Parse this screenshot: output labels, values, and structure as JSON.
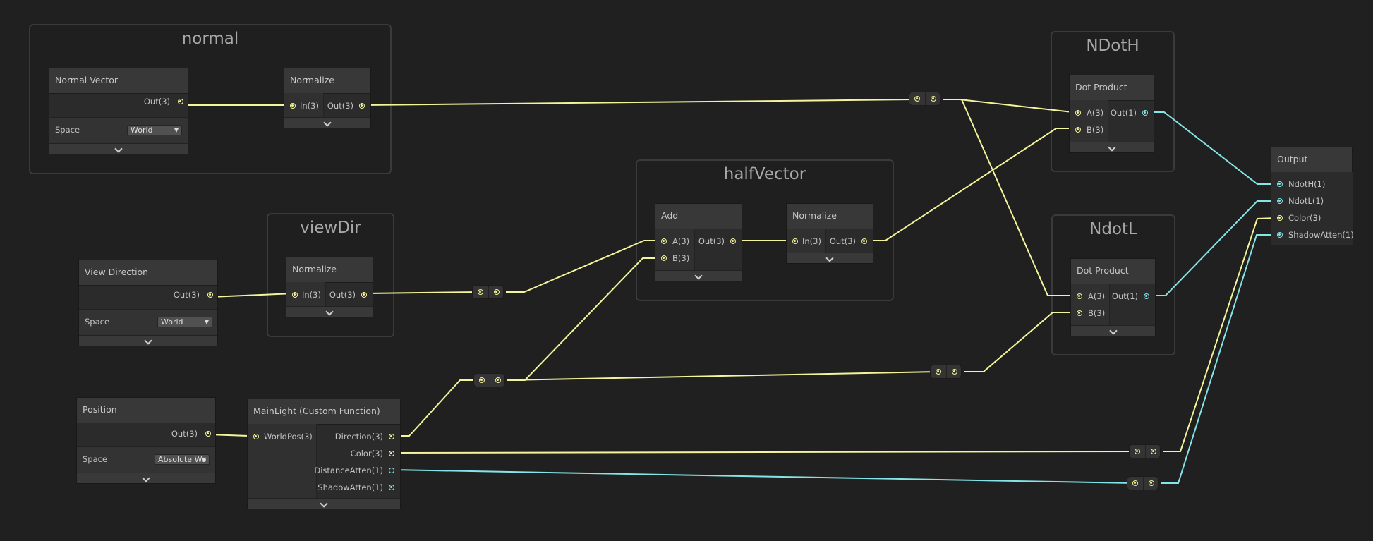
{
  "groups": {
    "normal": "normal",
    "viewDir": "viewDir",
    "halfVector": "halfVector",
    "ndoth": "NDotH",
    "ndotl": "NdotL"
  },
  "nodes": {
    "normal_vector": {
      "title": "Normal Vector",
      "out": "Out(3)",
      "space_label": "Space",
      "space_value": "World"
    },
    "normalize_normal": {
      "title": "Normalize",
      "in": "In(3)",
      "out": "Out(3)"
    },
    "view_direction": {
      "title": "View Direction",
      "out": "Out(3)",
      "space_label": "Space",
      "space_value": "World"
    },
    "normalize_view": {
      "title": "Normalize",
      "in": "In(3)",
      "out": "Out(3)"
    },
    "add": {
      "title": "Add",
      "in_a": "A(3)",
      "in_b": "B(3)",
      "out": "Out(3)"
    },
    "normalize_half": {
      "title": "Normalize",
      "in": "In(3)",
      "out": "Out(3)"
    },
    "dot_ndoth": {
      "title": "Dot Product",
      "in_a": "A(3)",
      "in_b": "B(3)",
      "out": "Out(1)"
    },
    "dot_ndotl": {
      "title": "Dot Product",
      "in_a": "A(3)",
      "in_b": "B(3)",
      "out": "Out(1)"
    },
    "position": {
      "title": "Position",
      "out": "Out(3)",
      "space_label": "Space",
      "space_value": "Absolute Wo"
    },
    "main_light": {
      "title": "MainLight (Custom Function)",
      "in": "WorldPos(3)",
      "outs": [
        "Direction(3)",
        "Color(3)",
        "DistanceAtten(1)",
        "ShadowAtten(1)"
      ]
    },
    "output": {
      "title": "Output",
      "ins": [
        "NdotH(1)",
        "NdotL(1)",
        "Color(3)",
        "ShadowAtten(1)"
      ]
    }
  },
  "colors": {
    "vector_wire": "#f4f49a",
    "float_wire": "#84e4e7",
    "canvas_bg": "#202020",
    "node_header": "#383838",
    "group_border": "#3a3a3a"
  },
  "icons": {
    "collapse": "chevron-down-icon",
    "dropdown": "caret-down-icon"
  }
}
